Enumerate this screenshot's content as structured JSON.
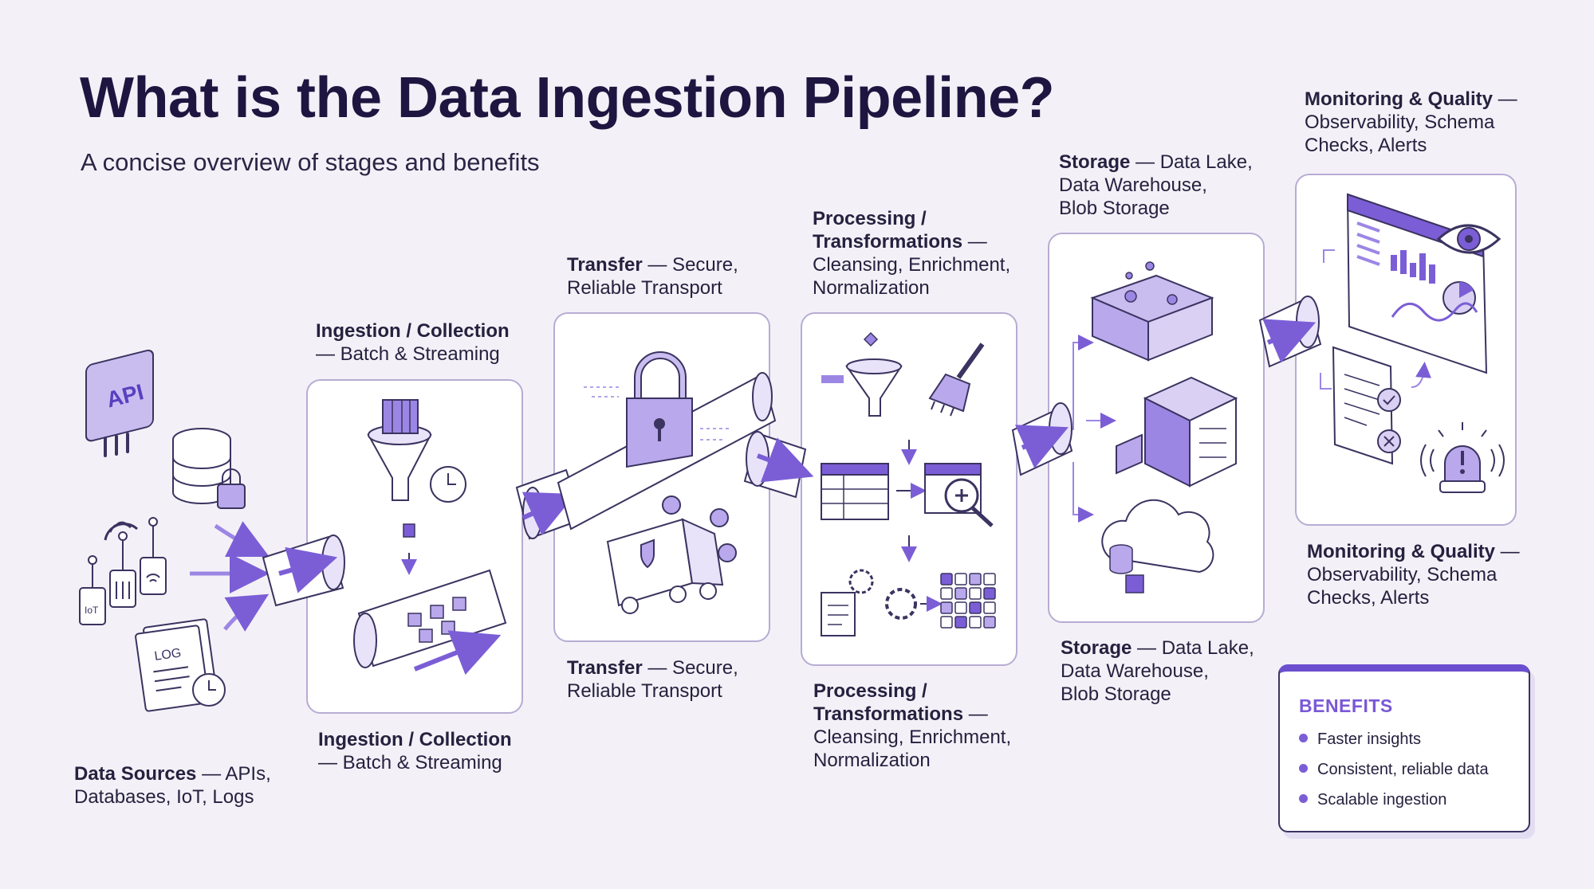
{
  "title": "What is the Data Ingestion Pipeline?",
  "subtitle": "A concise overview of stages and benefits",
  "stages": {
    "sources": {
      "name": "Data Sources",
      "desc_line1": " — APIs,",
      "desc_line2": "Databases, IoT, Logs"
    },
    "ingestion": {
      "name": "Ingestion / Collection",
      "desc": "— Batch & Streaming"
    },
    "transfer": {
      "name": "Transfer",
      "desc_line1": " — Secure,",
      "desc_line2": "Reliable Transport"
    },
    "processing": {
      "name_line1": "Processing /",
      "name_line2": "Transformations",
      "desc_line1": " —",
      "desc_line2": "Cleansing, Enrichment,",
      "desc_line3": "Normalization"
    },
    "storage": {
      "name": "Storage",
      "desc_line1": " — Data Lake,",
      "desc_line2": "Data Warehouse,",
      "desc_line3": "Blob Storage"
    },
    "monitoring": {
      "name": "Monitoring & Quality",
      "desc_line1": " —",
      "desc_line2": "Observability, Schema",
      "desc_line3": "Checks, Alerts"
    }
  },
  "icons": {
    "api_label": "API",
    "iot_label": "IoT",
    "log_label": "LOG"
  },
  "benefits": {
    "title": "BENEFITS",
    "items": [
      "Faster insights",
      "Consistent, reliable data",
      "Scalable ingestion"
    ]
  },
  "colors": {
    "accent": "#7b5ed6",
    "accent_light": "#d9d0f3",
    "accent_fill": "#b9a8ec",
    "ink": "#3b3360",
    "title": "#1e1540",
    "background": "#f3f1f7"
  }
}
